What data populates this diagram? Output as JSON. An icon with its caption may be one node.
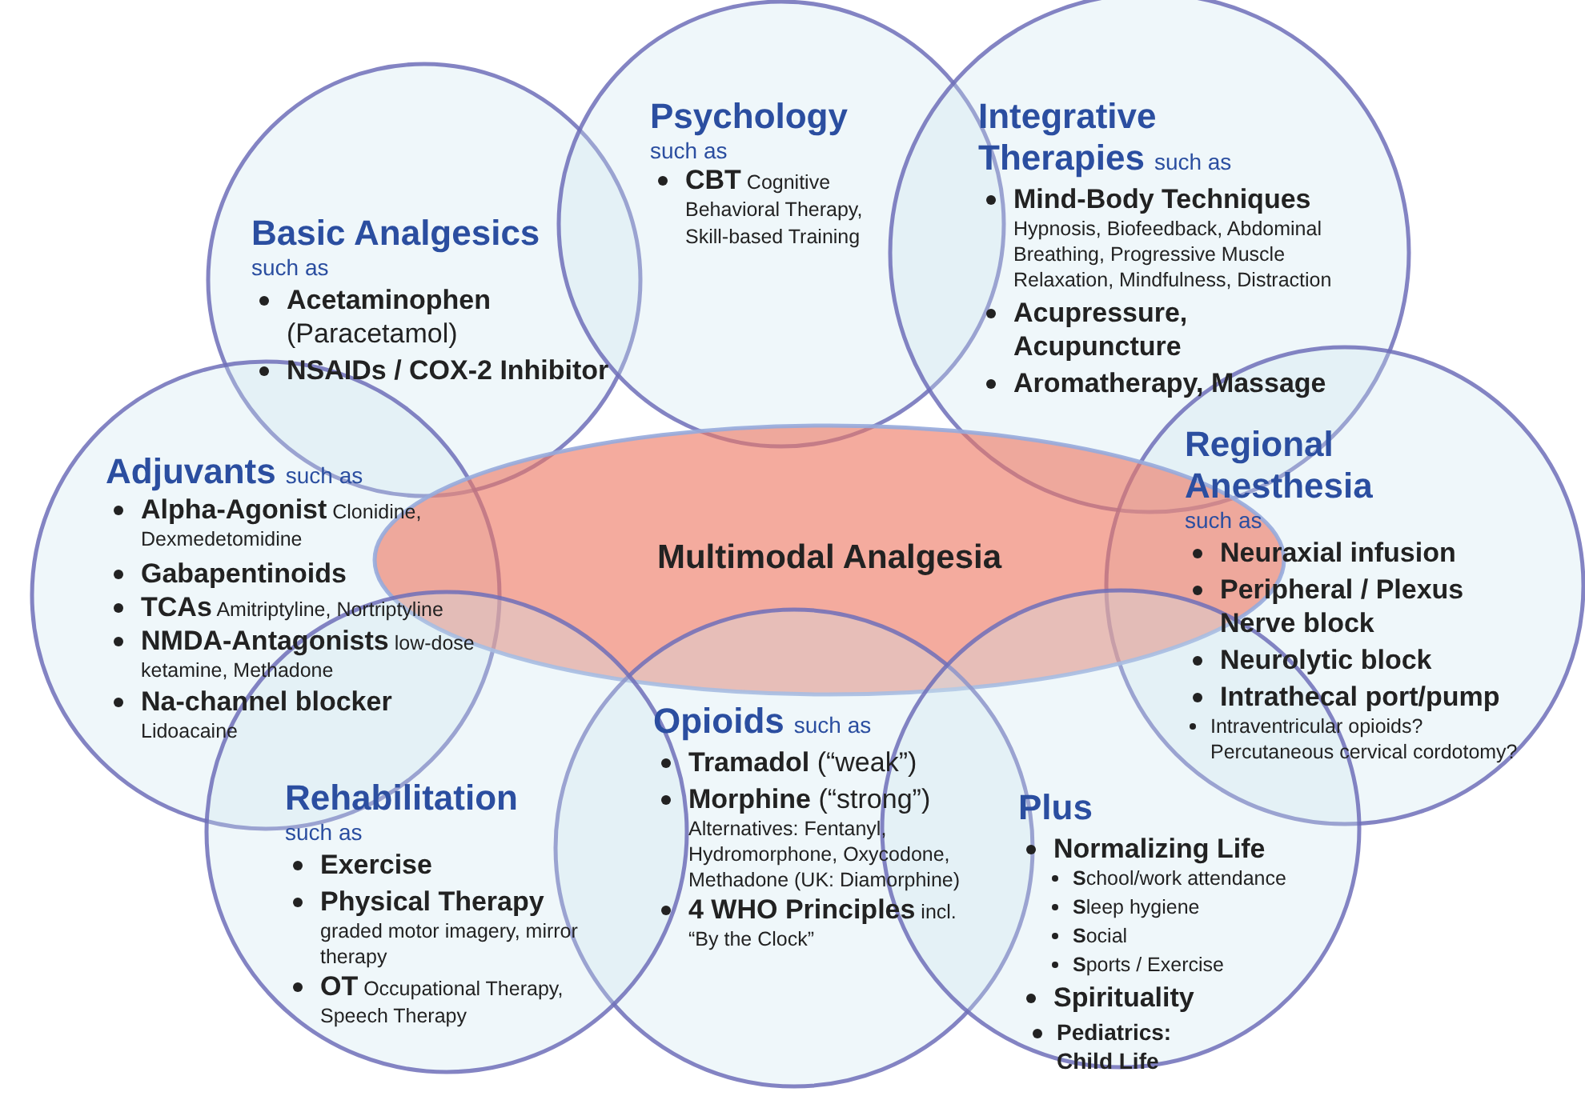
{
  "diagram": {
    "nodes": [
      {
        "text": [
          "Basic Analgesics",
          "such as",
          "**Acetaminophen** (Paracetamol)",
          "NSAIDs / COX-2 Inhibitor"
        ]
      },
      {
        "text": [
          "Psychology",
          "such as",
          "**CBT** Cognitive Behavioral Therapy, Skill-based Training"
        ]
      },
      {
        "text": [
          "Integrative Therapies",
          "such as",
          "Mind-Body Techniques",
          "Hypnosis, Biofeedback, Abdominal Breathing, Progressive Muscle Relaxation, Mindfulness, Distraction",
          "Acupressure, Acupuncture",
          "Aromatherapy, Massage"
        ]
      },
      {
        "text": [
          "Adjuvants",
          "such as",
          "**Alpha-Agonist** Clonidine, Dexmedetomidine",
          "Gabapentinoids",
          "**TCAs** Amitriptyline, Nortriptyline",
          "**NMDA-Antagonists** low-dose ketamine, Methadone",
          "**Na-channel blocker** Lidoacaine"
        ]
      },
      {
        "text": [
          "Regional Anesthesia",
          "such as",
          "Neuraxial infusion",
          "Peripheral / Plexus Nerve block",
          "Neurolytic block",
          "Intrathecal port/pump",
          "Intraventricular opioids? Percutaneous cervical cordotomy?"
        ]
      },
      {
        "text": [
          "Multimodal Analgesia"
        ]
      },
      {
        "text": [
          "Opioids",
          "such as",
          "**Tramadol** (“weak”)",
          "**Morphine** (“strong”)",
          "Alternatives: Fentanyl, Hydromorphone, Oxycodone, Methadone (UK: Diamorphine)",
          "**4 WHO Principles** incl. “By the Clock”"
        ]
      },
      {
        "text": [
          "Rehabilitation",
          "such as",
          "Exercise",
          "Physical Therapy",
          "graded motor imagery, mirror therapy",
          "**OT** Occupational Therapy, Speech Therapy"
        ]
      },
      {
        "text": [
          "Plus",
          "Normalizing Life",
          "**S**chool/work attendance",
          "**S**leep hygiene",
          "**S**ocial",
          "**S**ports / Exercise",
          "Spirituality",
          "Pediatrics: Child Life"
        ]
      }
    ]
  }
}
